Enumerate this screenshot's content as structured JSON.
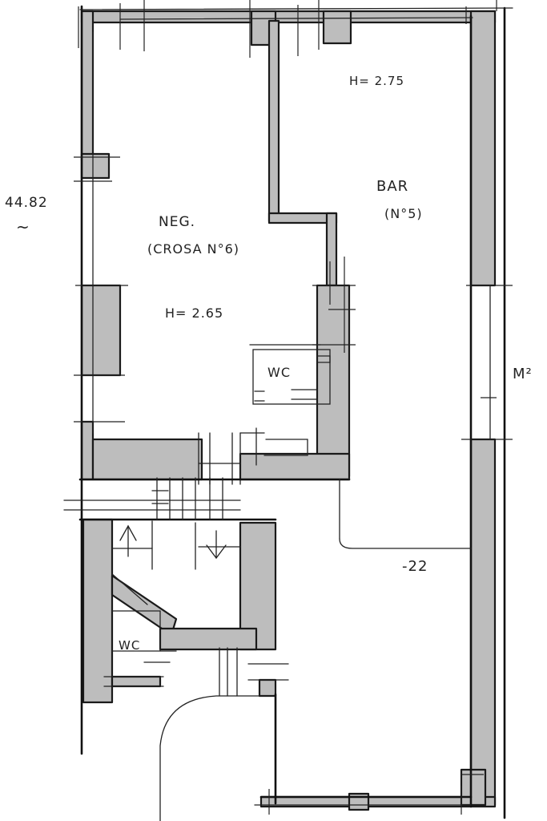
{
  "rooms": {
    "neg_name": "NEG.",
    "neg_owner": "(CROSA N°6)",
    "neg_height": "H= 2.65",
    "bar_name": "BAR",
    "bar_number": "(N°5)",
    "bar_height": "H= 2.75",
    "wc_upper": "WC",
    "wc_lower": "WC"
  },
  "measurements": {
    "area_value": "44.82",
    "area_approx": "~",
    "area_unit": "M²",
    "level": "-22"
  }
}
